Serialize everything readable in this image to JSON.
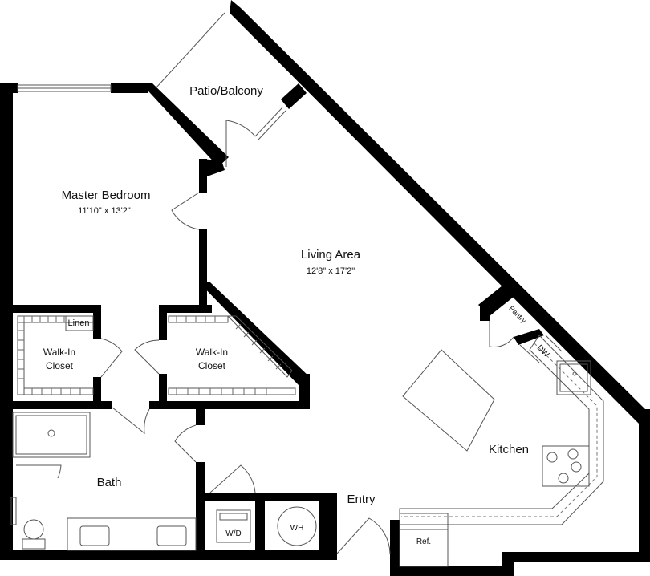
{
  "rooms": {
    "patio": {
      "name": "Patio/Balcony"
    },
    "master_bedroom": {
      "name": "Master Bedroom",
      "dims": "11'10\" x 13'2\""
    },
    "living_area": {
      "name": "Living Area",
      "dims": "12'8\" x 17'2\""
    },
    "walk_in_closet_left": {
      "line1": "Walk-In",
      "line2": "Closet"
    },
    "walk_in_closet_right": {
      "line1": "Walk-In",
      "line2": "Closet"
    },
    "linen": {
      "name": "Linen"
    },
    "bath": {
      "name": "Bath"
    },
    "kitchen": {
      "name": "Kitchen"
    },
    "entry": {
      "name": "Entry"
    },
    "pantry": {
      "name": "Pantry"
    }
  },
  "fixtures": {
    "dishwasher": "DW",
    "washer_dryer": "W/D",
    "water_heater": "WH",
    "refrigerator": "Ref."
  }
}
